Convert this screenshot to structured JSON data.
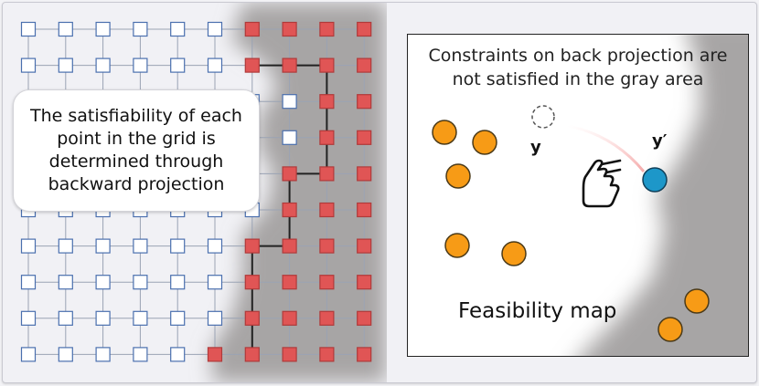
{
  "callout": {
    "text": "The satisfiability of each\npoint in the grid is\ndetermined through\nbackward projection"
  },
  "panel": {
    "constraint_text": "Constraints on back projection are\nnot satisfied in the gray area",
    "label_y": "y",
    "label_y_prime": "y′",
    "map_label": "Feasibility map"
  },
  "icons": [
    "pointing-hand-icon"
  ],
  "colors": {
    "grid_open": "#4a6fae",
    "grid_blocked": "#e05555",
    "gray_area": "#a7a5a5",
    "orange_point": "#f79b16",
    "blue_point": "#1d97c9"
  },
  "grid": {
    "cols": 10,
    "rows": 10,
    "blocked_cells": [
      [
        0,
        6
      ],
      [
        0,
        7
      ],
      [
        0,
        8
      ],
      [
        0,
        9
      ],
      [
        1,
        6
      ],
      [
        1,
        7
      ],
      [
        1,
        8
      ],
      [
        1,
        9
      ],
      [
        2,
        8
      ],
      [
        2,
        9
      ],
      [
        3,
        8
      ],
      [
        3,
        9
      ],
      [
        4,
        7
      ],
      [
        4,
        8
      ],
      [
        4,
        9
      ],
      [
        5,
        7
      ],
      [
        5,
        8
      ],
      [
        5,
        9
      ],
      [
        6,
        6
      ],
      [
        6,
        7
      ],
      [
        6,
        8
      ],
      [
        6,
        9
      ],
      [
        7,
        6
      ],
      [
        7,
        7
      ],
      [
        7,
        8
      ],
      [
        7,
        9
      ],
      [
        8,
        6
      ],
      [
        8,
        7
      ],
      [
        8,
        8
      ],
      [
        8,
        9
      ],
      [
        9,
        5
      ],
      [
        9,
        6
      ],
      [
        9,
        7
      ],
      [
        9,
        8
      ],
      [
        9,
        9
      ]
    ],
    "blocked_links": [
      [
        [
          1,
          6
        ],
        [
          1,
          7
        ]
      ],
      [
        [
          1,
          7
        ],
        [
          1,
          8
        ]
      ],
      [
        [
          1,
          8
        ],
        [
          2,
          8
        ]
      ],
      [
        [
          2,
          8
        ],
        [
          3,
          8
        ]
      ],
      [
        [
          3,
          8
        ],
        [
          4,
          8
        ]
      ],
      [
        [
          4,
          7
        ],
        [
          4,
          8
        ]
      ],
      [
        [
          4,
          7
        ],
        [
          5,
          7
        ]
      ],
      [
        [
          5,
          7
        ],
        [
          6,
          7
        ]
      ],
      [
        [
          6,
          6
        ],
        [
          6,
          7
        ]
      ],
      [
        [
          6,
          6
        ],
        [
          7,
          6
        ]
      ],
      [
        [
          7,
          6
        ],
        [
          8,
          6
        ]
      ],
      [
        [
          8,
          6
        ],
        [
          9,
          6
        ]
      ]
    ]
  }
}
